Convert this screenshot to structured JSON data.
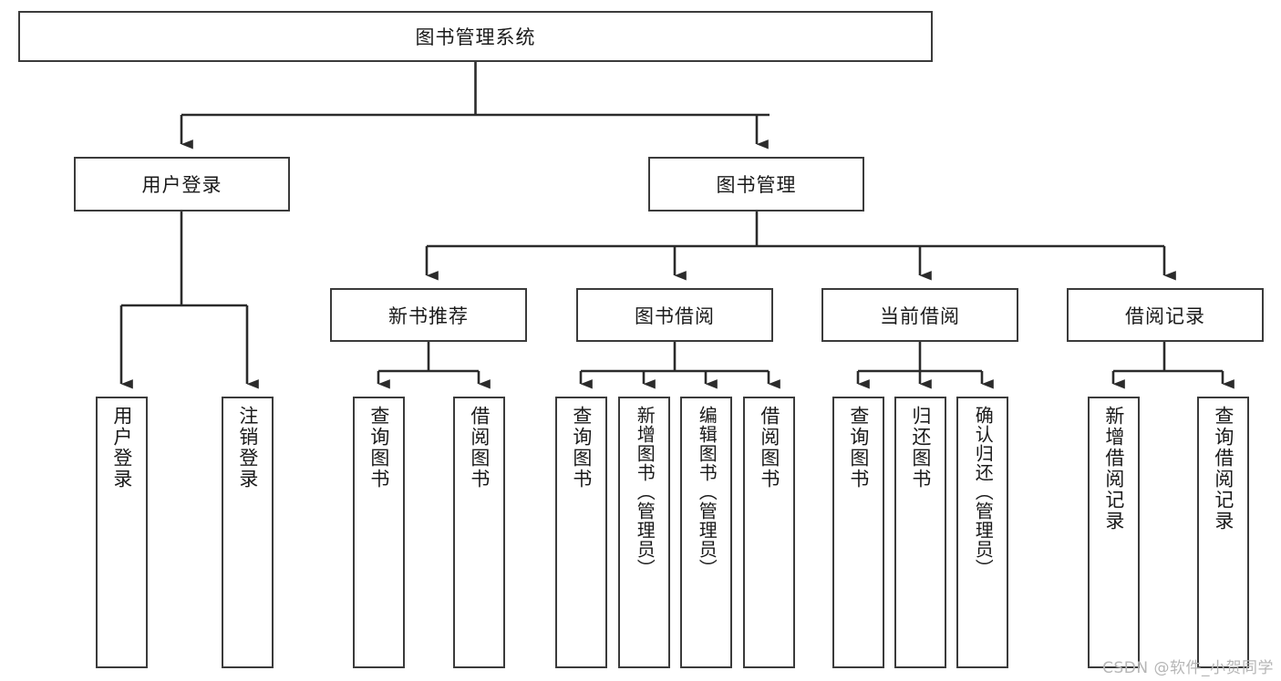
{
  "diagram": {
    "type": "tree-hierarchy",
    "title": "图书管理系统",
    "watermark": "CSDN @软件_小贺同学",
    "root": {
      "label": "图书管理系统",
      "children": [
        {
          "label": "用户登录",
          "children": [
            {
              "label": "用户登录"
            },
            {
              "label": "注销登录"
            }
          ]
        },
        {
          "label": "图书管理",
          "children": [
            {
              "label": "新书推荐",
              "children": [
                {
                  "label": "查询图书"
                },
                {
                  "label": "借阅图书"
                }
              ]
            },
            {
              "label": "图书借阅",
              "children": [
                {
                  "label": "查询图书"
                },
                {
                  "label": "新增图书（管理员）"
                },
                {
                  "label": "编辑图书（管理员）"
                },
                {
                  "label": "借阅图书"
                }
              ]
            },
            {
              "label": "当前借阅",
              "children": [
                {
                  "label": "查询图书"
                },
                {
                  "label": "归还图书"
                },
                {
                  "label": "确认归还（管理员）"
                }
              ]
            },
            {
              "label": "借阅记录",
              "children": [
                {
                  "label": "新增借阅记录"
                },
                {
                  "label": "查询借阅记录"
                }
              ]
            }
          ]
        }
      ]
    },
    "nodes": {
      "root": "图书管理系统",
      "user_login": "用户登录",
      "book_manage": "图书管理",
      "new_book_rec": "新书推荐",
      "book_borrow": "图书借阅",
      "current_borrow": "当前借阅",
      "borrow_record": "借阅记录",
      "leaf_user_login": "用户登录",
      "leaf_logout": "注销登录",
      "leaf_rec_query": "查询图书",
      "leaf_rec_borrow": "借阅图书",
      "leaf_borrow_query": "查询图书",
      "leaf_borrow_add": "新增图书（管理员）",
      "leaf_borrow_edit": "编辑图书（管理员）",
      "leaf_borrow_borrow": "借阅图书",
      "leaf_cur_query": "查询图书",
      "leaf_cur_return": "归还图书",
      "leaf_cur_confirm": "确认归还（管理员）",
      "leaf_rec_add": "新增借阅记录",
      "leaf_rec_query2": "查询借阅记录"
    },
    "colors": {
      "border": "#3b3b3b",
      "text": "#1a1a1a",
      "background": "#ffffff",
      "connector": "#2b2b2b",
      "watermark": "#b6b6b6"
    }
  }
}
